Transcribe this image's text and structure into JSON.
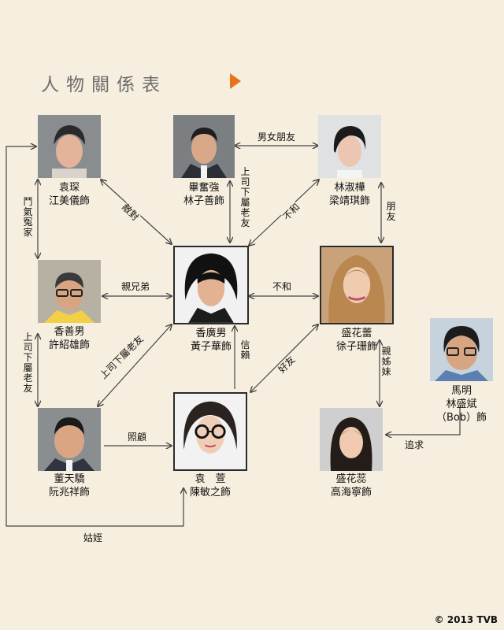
{
  "title": "人物關係表",
  "copyright": "© 2013 TVB",
  "colors": {
    "background": "#f6efdf",
    "arrow": "#444444",
    "accent": "#e8731a"
  },
  "characters": {
    "yuen_chun": [
      "袁琛",
      "江美儀飾"
    ],
    "bat_fun_keung": [
      "畢奮強",
      "林子善飾"
    ],
    "lam_suk_wah": [
      "林淑樺",
      "梁靖琪飾"
    ],
    "heung_sin_nam": [
      "香善男",
      "許紹雄飾"
    ],
    "heung_kwong_nam": [
      "香廣男",
      "黃子華飾"
    ],
    "shing_fa_lui": [
      "盛花蕾",
      "徐子珊飾"
    ],
    "ma_ming": [
      "馬明",
      "林盛斌",
      "（Bob）飾"
    ],
    "tung_tin_kiu": [
      "董天驕",
      "阮兆祥飾"
    ],
    "yuen_huen": [
      "袁　萱",
      "陳敏之飾"
    ],
    "shing_fa_yui": [
      "盛花蕊",
      "高海寧飾"
    ]
  },
  "relations": {
    "bf_gf": "男女朋友",
    "enemy": "敵對",
    "boss_friend_1": "上司下屬老友",
    "discord_1": "不和",
    "friends": "朋友",
    "feud": "鬥氣冤家",
    "brothers": "親兄弟",
    "discord_2": "不和",
    "boss_friend_2": "上司下屬老友",
    "boss_friend_3": "上司下屬老友",
    "trust": "信賴",
    "good_friends": "好友",
    "sisters": "親姊妹",
    "care": "照顧",
    "pursue": "追求",
    "aunt_niece": "姑姪"
  }
}
